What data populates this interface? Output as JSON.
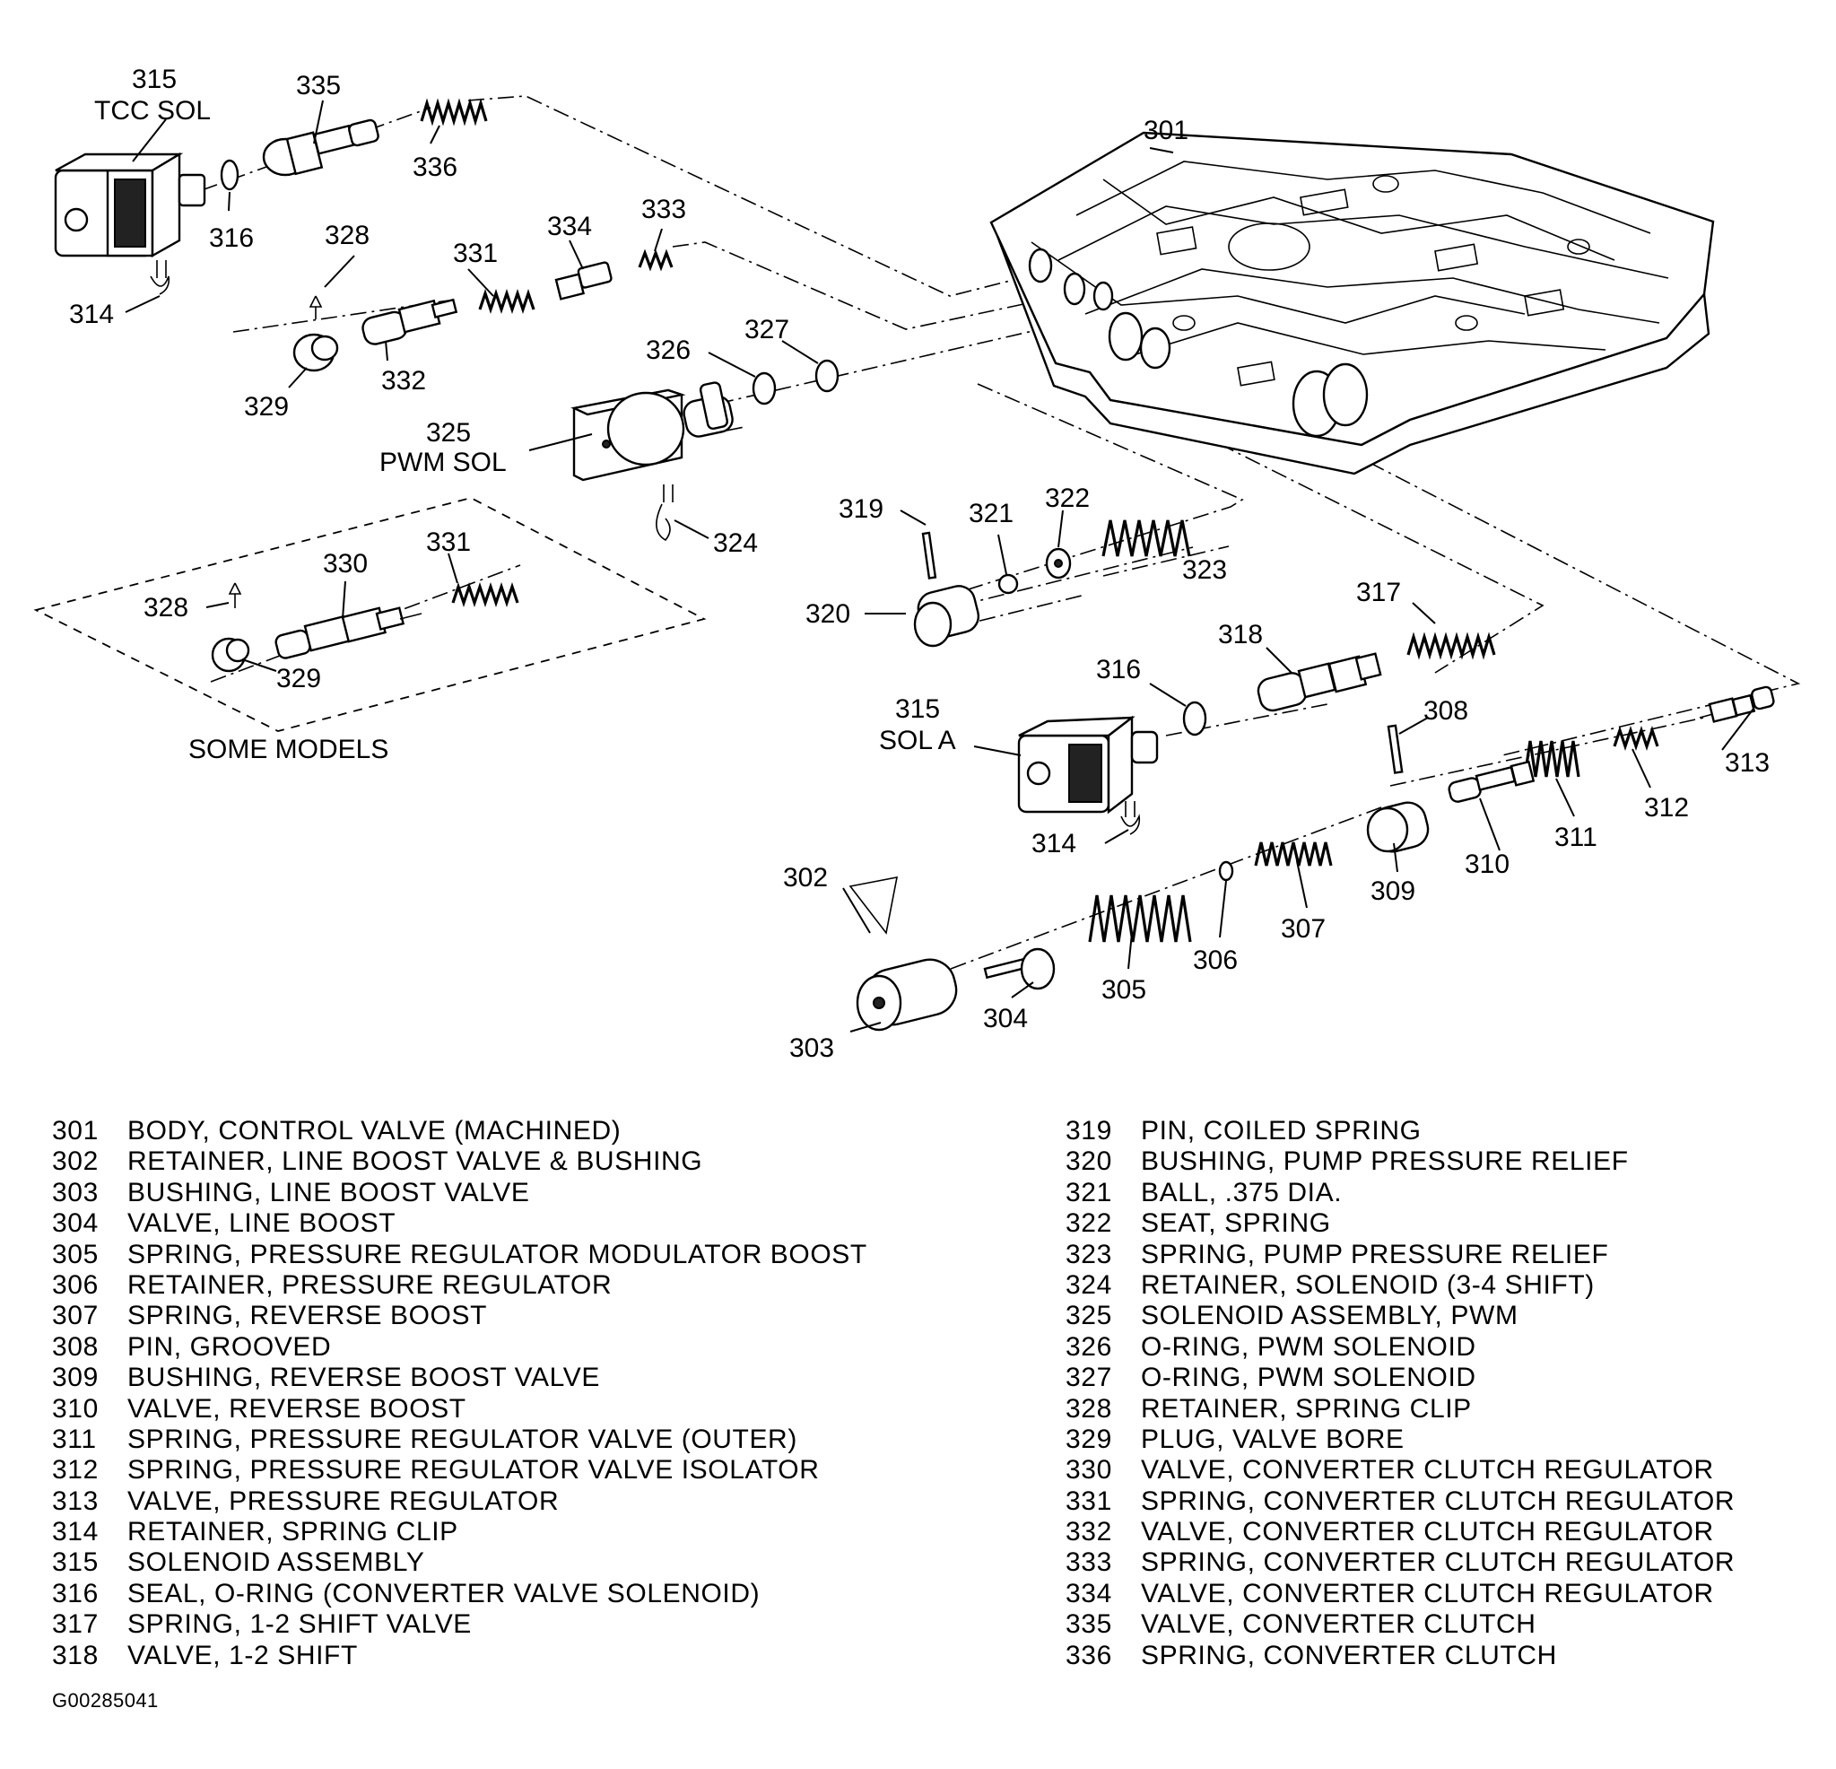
{
  "diagram": {
    "callouts": {
      "tcc_sol_num": "315",
      "tcc_sol_name": "TCC SOL",
      "c335": "335",
      "c336": "336",
      "c316a": "316",
      "c314a": "314",
      "c328": "328",
      "c331": "331",
      "c334": "334",
      "c333": "333",
      "c329": "329",
      "c332": "332",
      "c326": "326",
      "c327": "327",
      "pwm_sol_num": "325",
      "pwm_sol_name": "PWM SOL",
      "c324": "324",
      "c301": "301",
      "opt_c328": "328",
      "opt_c330": "330",
      "opt_c331": "331",
      "opt_c329": "329",
      "some_models": "SOME MODELS",
      "c319": "319",
      "c321": "321",
      "c322": "322",
      "c323": "323",
      "c320": "320",
      "c317": "317",
      "c318": "318",
      "c316b": "316",
      "sol_a_num": "315",
      "sol_a_name": "SOL A",
      "c308": "308",
      "c313": "313",
      "c312": "312",
      "c311": "311",
      "c310": "310",
      "c309": "309",
      "c314b": "314",
      "c302": "302",
      "c307": "307",
      "c306": "306",
      "c305": "305",
      "c304": "304",
      "c303": "303"
    }
  },
  "legend": {
    "column_1": [
      {
        "num": "301",
        "desc": "BODY, CONTROL VALVE (MACHINED)"
      },
      {
        "num": "302",
        "desc": "RETAINER, LINE BOOST VALVE & BUSHING"
      },
      {
        "num": "303",
        "desc": "BUSHING, LINE BOOST VALVE"
      },
      {
        "num": "304",
        "desc": "VALVE, LINE BOOST"
      },
      {
        "num": "305",
        "desc": "SPRING, PRESSURE REGULATOR MODULATOR BOOST"
      },
      {
        "num": "306",
        "desc": "RETAINER, PRESSURE REGULATOR"
      },
      {
        "num": "307",
        "desc": "SPRING, REVERSE BOOST"
      },
      {
        "num": "308",
        "desc": "PIN, GROOVED"
      },
      {
        "num": "309",
        "desc": "BUSHING, REVERSE BOOST VALVE"
      },
      {
        "num": "310",
        "desc": "VALVE, REVERSE BOOST"
      },
      {
        "num": "311",
        "desc": "SPRING, PRESSURE REGULATOR VALVE (OUTER)"
      },
      {
        "num": "312",
        "desc": "SPRING, PRESSURE REGULATOR VALVE ISOLATOR"
      },
      {
        "num": "313",
        "desc": "VALVE, PRESSURE REGULATOR"
      },
      {
        "num": "314",
        "desc": "RETAINER, SPRING CLIP"
      },
      {
        "num": "315",
        "desc": "SOLENOID ASSEMBLY"
      },
      {
        "num": "316",
        "desc": "SEAL, O-RING (CONVERTER VALVE SOLENOID)"
      },
      {
        "num": "317",
        "desc": "SPRING, 1-2 SHIFT VALVE"
      },
      {
        "num": "318",
        "desc": "VALVE, 1-2 SHIFT"
      }
    ],
    "column_2": [
      {
        "num": "319",
        "desc": "PIN, COILED SPRING"
      },
      {
        "num": "320",
        "desc": "BUSHING, PUMP PRESSURE RELIEF"
      },
      {
        "num": "321",
        "desc": "BALL, .375 DIA."
      },
      {
        "num": "322",
        "desc": "SEAT, SPRING"
      },
      {
        "num": "323",
        "desc": "SPRING, PUMP PRESSURE RELIEF"
      },
      {
        "num": "324",
        "desc": "RETAINER, SOLENOID (3-4 SHIFT)"
      },
      {
        "num": "325",
        "desc": "SOLENOID ASSEMBLY, PWM"
      },
      {
        "num": "326",
        "desc": "O-RING, PWM SOLENOID"
      },
      {
        "num": "327",
        "desc": "O-RING, PWM SOLENOID"
      },
      {
        "num": "328",
        "desc": "RETAINER, SPRING CLIP"
      },
      {
        "num": "329",
        "desc": "PLUG, VALVE BORE"
      },
      {
        "num": "330",
        "desc": "VALVE, CONVERTER CLUTCH REGULATOR"
      },
      {
        "num": "331",
        "desc": "SPRING, CONVERTER CLUTCH REGULATOR"
      },
      {
        "num": "332",
        "desc": "VALVE, CONVERTER CLUTCH REGULATOR"
      },
      {
        "num": "333",
        "desc": "SPRING, CONVERTER CLUTCH REGULATOR"
      },
      {
        "num": "334",
        "desc": "VALVE, CONVERTER CLUTCH REGULATOR"
      },
      {
        "num": "335",
        "desc": "VALVE, CONVERTER CLUTCH"
      },
      {
        "num": "336",
        "desc": "SPRING, CONVERTER CLUTCH"
      }
    ]
  },
  "figure_code": "G00285041"
}
